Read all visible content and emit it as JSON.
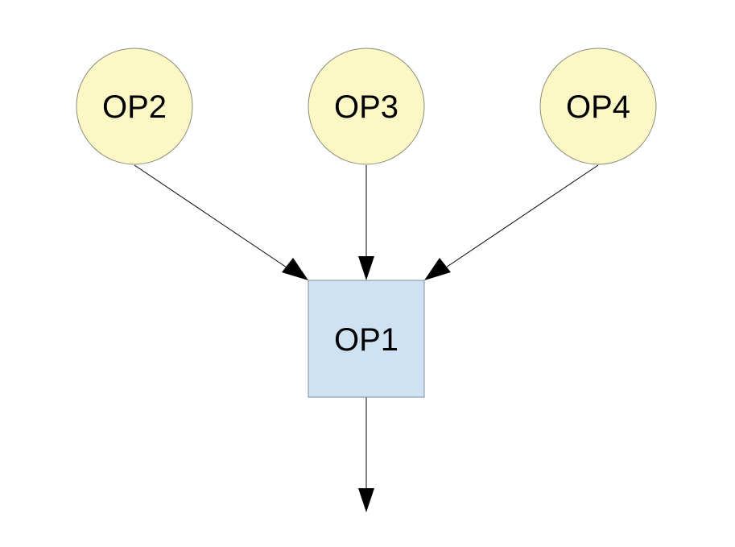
{
  "diagram": {
    "colors": {
      "circle_fill": "#fbf8c6",
      "circle_stroke": "#8a8a78",
      "box_fill": "#cfe2f3",
      "box_stroke": "#7f8c99",
      "edge": "#000000"
    },
    "nodes": {
      "op2": {
        "label": "OP2",
        "shape": "circle"
      },
      "op3": {
        "label": "OP3",
        "shape": "circle"
      },
      "op4": {
        "label": "OP4",
        "shape": "circle"
      },
      "op1": {
        "label": "OP1",
        "shape": "square"
      }
    },
    "edges": [
      {
        "from": "op2",
        "to": "op1"
      },
      {
        "from": "op3",
        "to": "op1"
      },
      {
        "from": "op4",
        "to": "op1"
      },
      {
        "from": "op1",
        "to": "output"
      }
    ]
  }
}
